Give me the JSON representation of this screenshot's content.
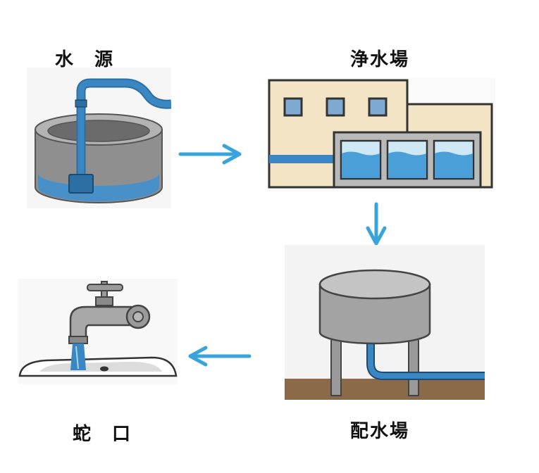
{
  "stages": {
    "source": "水　源",
    "purification": "浄水場",
    "distribution": "配水場",
    "faucet": "蛇　口"
  },
  "colors": {
    "water": "#4a90c8",
    "pipe": "#3b87c4",
    "arrow": "#3aa3dc",
    "metal": "#9a9a9a",
    "building": "#f3e4c6",
    "ground": "#8b6a4a"
  }
}
